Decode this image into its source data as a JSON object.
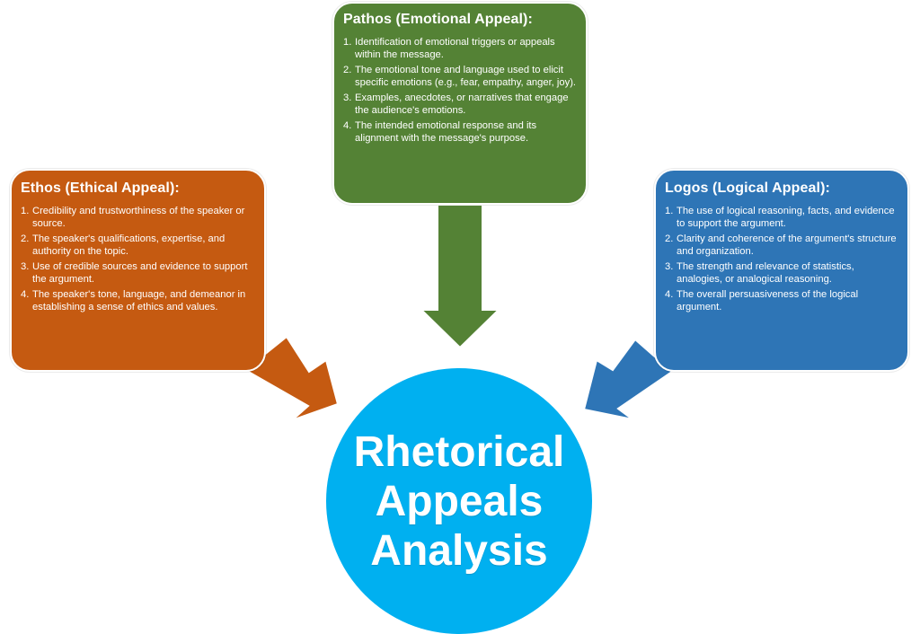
{
  "center": {
    "lines": [
      "Rhetorical",
      "Appeals",
      "Analysis"
    ],
    "color": "#00B0F0"
  },
  "pathos": {
    "title": "Pathos (Emotional Appeal):",
    "color": "#548235",
    "items": [
      {
        "num": "1.",
        "text": "Identification of emotional triggers or appeals within the message."
      },
      {
        "num": "2.",
        "text": "The emotional tone and language used to elicit specific emotions (e.g., fear, empathy, anger, joy)."
      },
      {
        "num": "3.",
        "text": "Examples, anecdotes, or narratives that engage the audience's emotions."
      },
      {
        "num": "4.",
        "text": "The intended emotional response and its alignment with the message's purpose."
      }
    ]
  },
  "ethos": {
    "title": "Ethos (Ethical Appeal):",
    "color": "#C55A11",
    "items": [
      {
        "num": "1.",
        "text": "Credibility and trustworthiness of the speaker or source."
      },
      {
        "num": "2.",
        "text": "The speaker's qualifications, expertise, and authority on the topic."
      },
      {
        "num": "3.",
        "text": "Use of credible sources and evidence to support the argument."
      },
      {
        "num": "4.",
        "text": "The speaker's tone, language, and demeanor in establishing a sense of ethics and values."
      }
    ]
  },
  "logos": {
    "title": "Logos (Logical Appeal):",
    "color": "#2E75B6",
    "items": [
      {
        "num": "1.",
        "text": "The use of logical reasoning, facts, and evidence to support the argument."
      },
      {
        "num": "2.",
        "text": "Clarity and coherence of the argument's structure and organization."
      },
      {
        "num": "3.",
        "text": "The strength and relevance of statistics, analogies, or analogical reasoning."
      },
      {
        "num": "4.",
        "text": "The overall persuasiveness of the logical argument."
      }
    ]
  }
}
